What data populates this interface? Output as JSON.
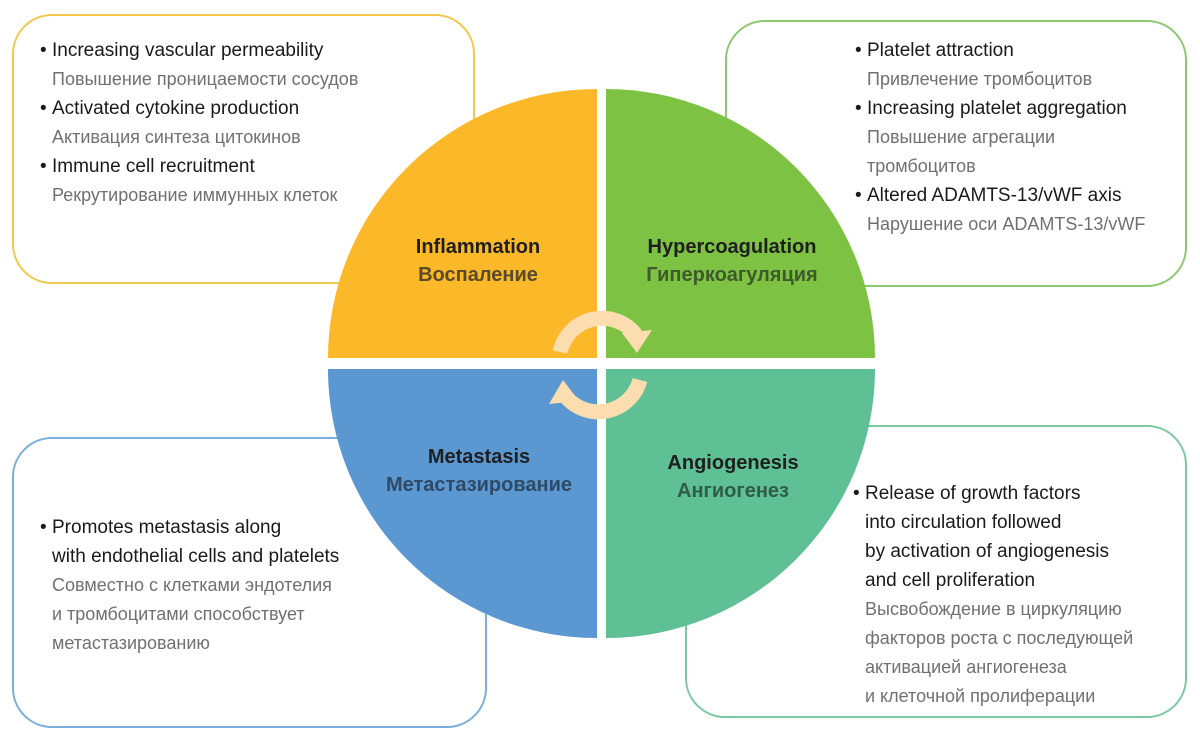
{
  "colors": {
    "inflammation": "#FBB92A",
    "hypercoagulation": "#7DC243",
    "metastasis": "#5B97D1",
    "angiogenesis": "#5FBF95",
    "arrows": "#FBDDB0",
    "inflammation_border": "#F2C94C",
    "hypercoagulation_border": "#8CC870",
    "metastasis_border": "#7AAEDC",
    "angiogenesis_border": "#7CC8A0"
  },
  "quadrants": {
    "inflammation": {
      "title_en": "Inflammation",
      "title_ru": "Воспаление"
    },
    "hypercoagulation": {
      "title_en": "Hypercoagulation",
      "title_ru": "Гиперкоагуляция"
    },
    "metastasis": {
      "title_en": "Metastasis",
      "title_ru": "Метастазирование"
    },
    "angiogenesis": {
      "title_en": "Angiogenesis",
      "title_ru": "Ангиогенез"
    }
  },
  "boxes": {
    "inflammation": {
      "items": [
        {
          "en": [
            "Increasing vascular permeability"
          ],
          "ru": [
            "Повышение проницаемости сосудов"
          ]
        },
        {
          "en": [
            "Activated cytokine production"
          ],
          "ru": [
            "Активация синтеза цитокинов"
          ]
        },
        {
          "en": [
            "Immune cell recruitment"
          ],
          "ru": [
            "Рекрутирование иммунных клеток"
          ]
        }
      ]
    },
    "hypercoagulation": {
      "items": [
        {
          "en": [
            "Platelet attraction"
          ],
          "ru": [
            "Привлечение тромбоцитов"
          ]
        },
        {
          "en": [
            "Increasing platelet aggregation"
          ],
          "ru": [
            "Повышение агрегации",
            "тромбоцитов"
          ]
        },
        {
          "en": [
            "Altered ADAMTS-13/vWF axis"
          ],
          "ru": [
            "Нарушение оси ADAMTS-13/vWF"
          ]
        }
      ]
    },
    "metastasis": {
      "items": [
        {
          "en": [
            "Promotes metastasis along",
            "with endothelial cells and platelets"
          ],
          "ru": [
            "Совместно с клетками эндотелия",
            "и тромбоцитами способствует",
            "метастазированию"
          ]
        }
      ]
    },
    "angiogenesis": {
      "items": [
        {
          "en": [
            "Release of growth factors",
            "into circulation followed",
            "by activation of angiogenesis",
            "and cell proliferation"
          ],
          "ru": [
            "Высвобождение в циркуляцию",
            "факторов роста с последующей",
            "активацией ангиогенеза",
            "и клеточной пролиферации"
          ]
        }
      ]
    }
  },
  "bullet_symbol": "•"
}
